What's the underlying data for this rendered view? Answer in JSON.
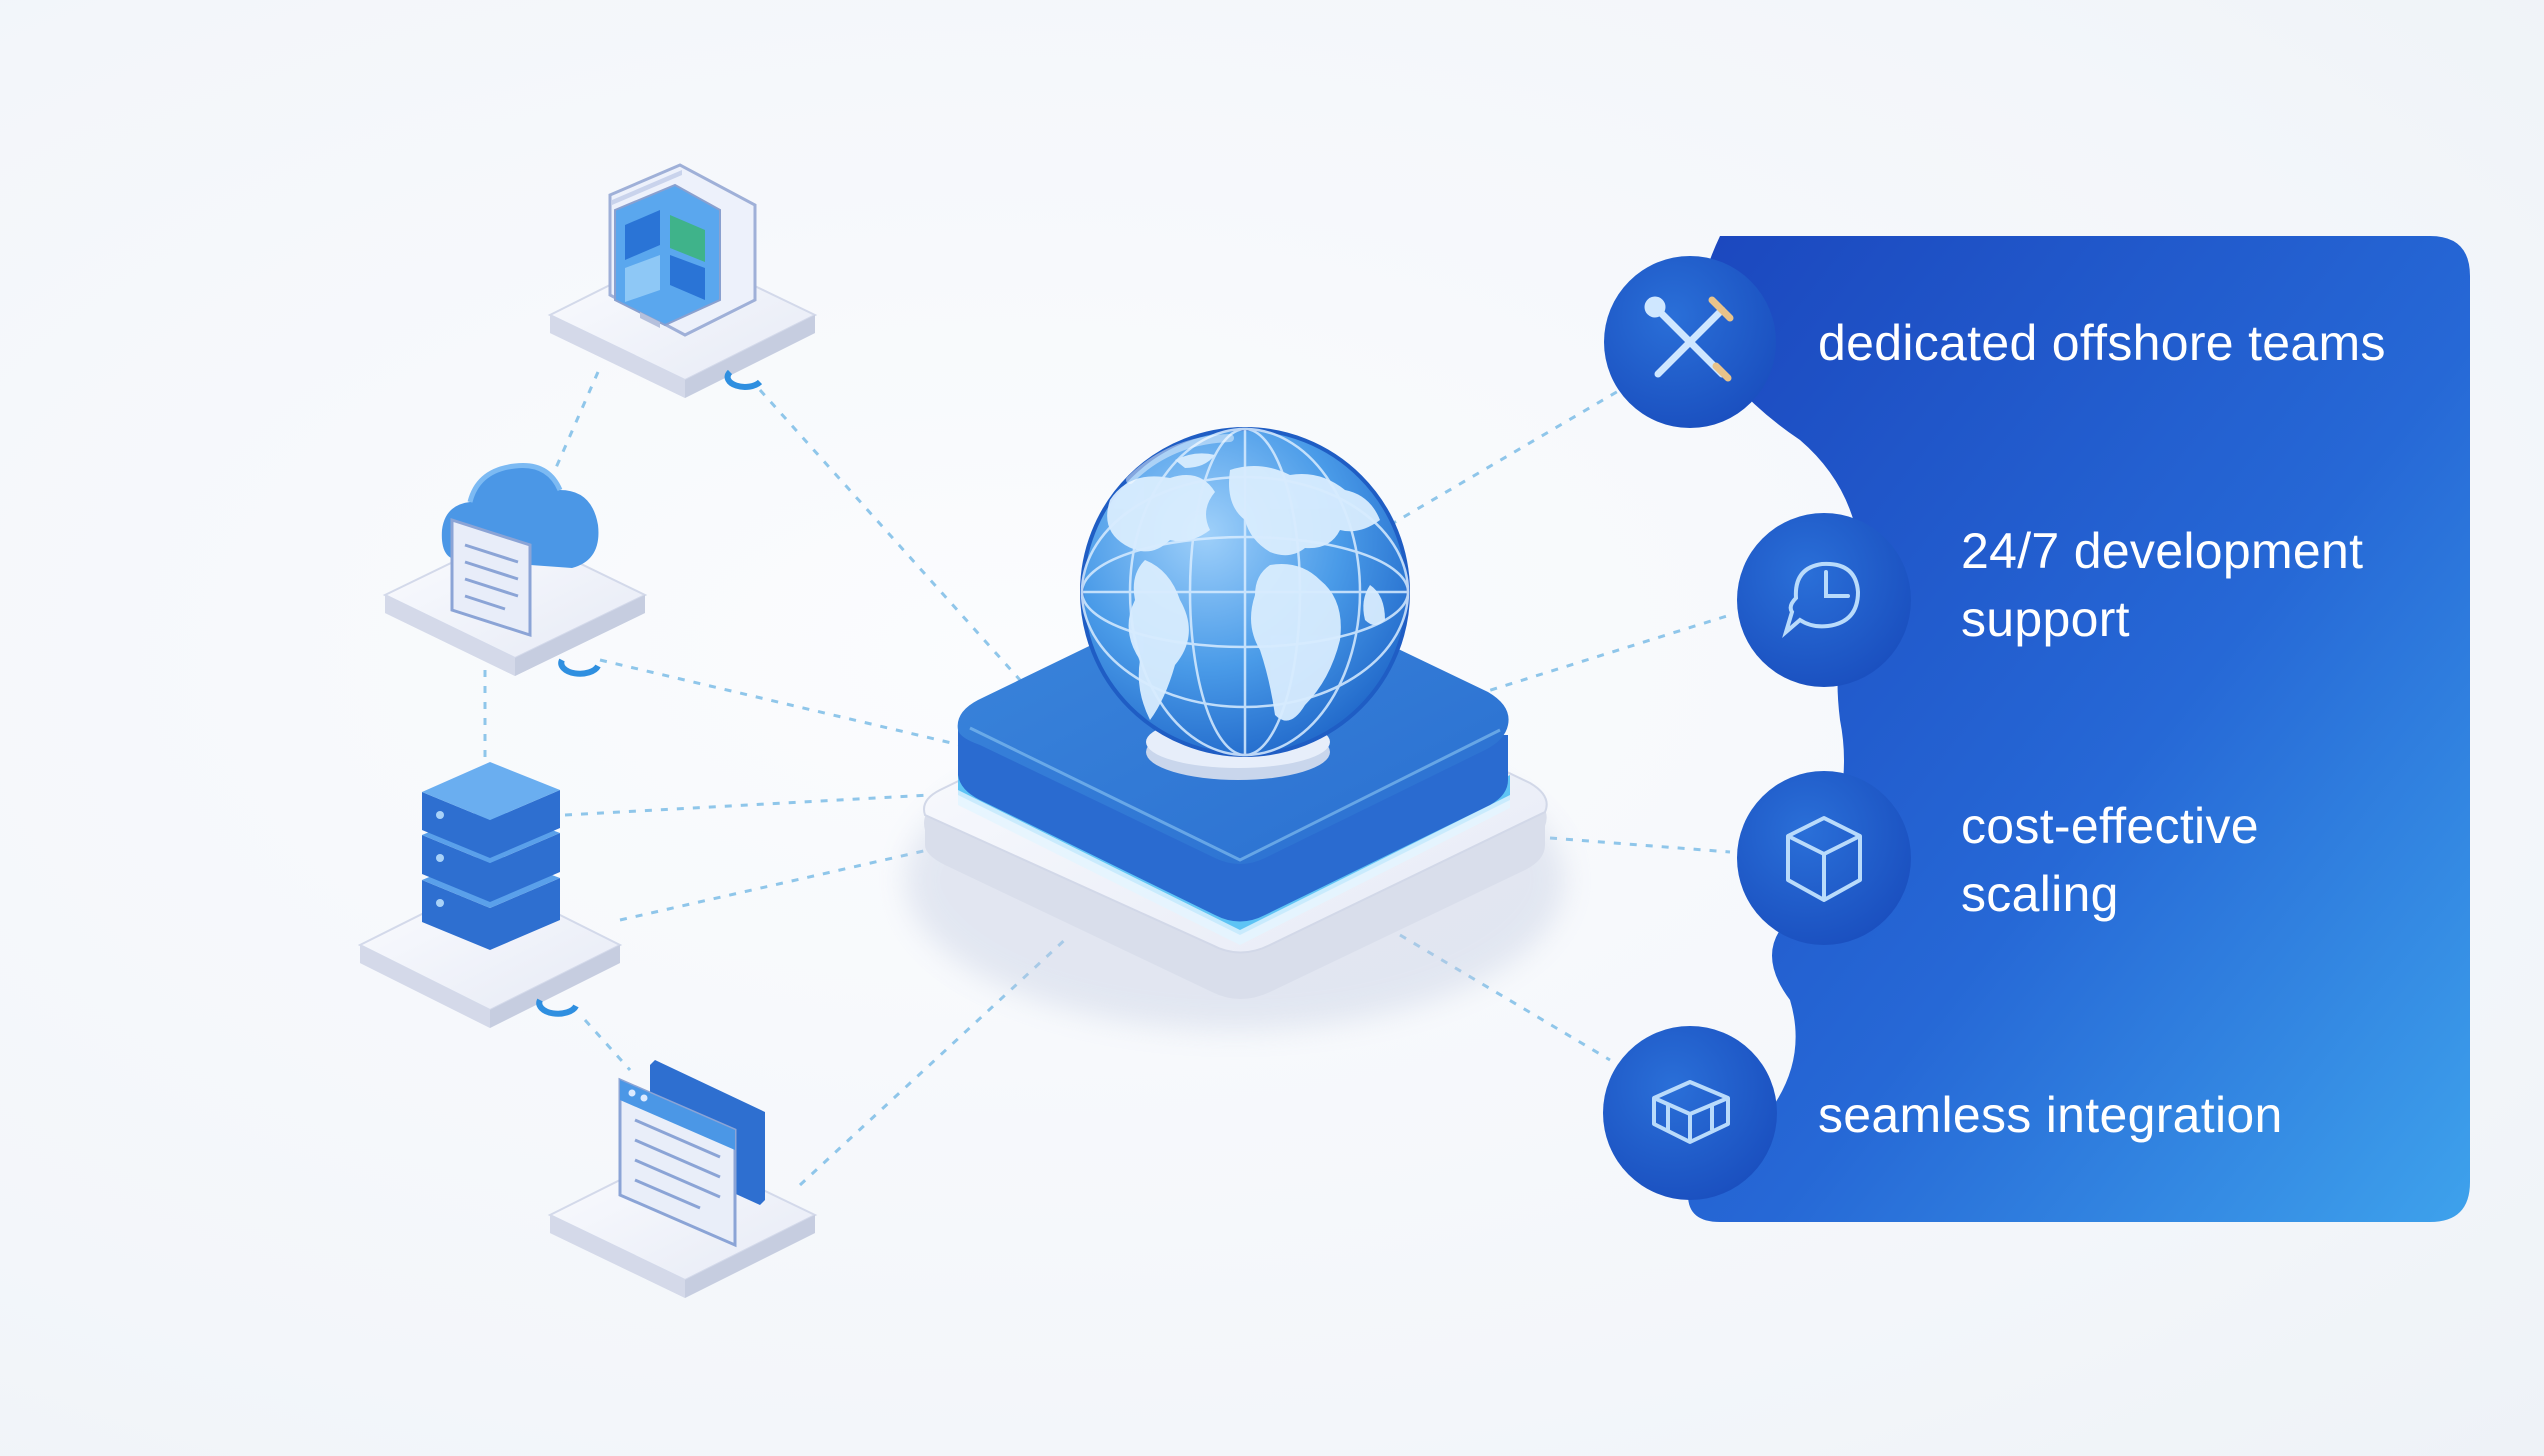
{
  "features": [
    {
      "line1": "dedicated offshore teams",
      "line2": "",
      "icon": "tools-cross-icon"
    },
    {
      "line1": "24/7 development",
      "line2": "support",
      "icon": "chat-clock-icon"
    },
    {
      "line1": "cost-effective",
      "line2": "scaling",
      "icon": "cube-icon"
    },
    {
      "line1": "seamless integration",
      "line2": "",
      "icon": "box-frame-icon"
    }
  ],
  "nodes": [
    {
      "icon": "desktop-computer-icon"
    },
    {
      "icon": "cloud-document-icon"
    },
    {
      "icon": "database-server-icon"
    },
    {
      "icon": "browser-window-icon"
    }
  ],
  "hub": {
    "icon": "globe-icon"
  },
  "colors": {
    "panel_dark": "#1f55c9",
    "panel_light": "#3b9ae8",
    "circle": "#1f5ccb",
    "node_blue": "#3f8fe0",
    "platform": "#e9ecf6",
    "connector": "#8fc4e8"
  }
}
